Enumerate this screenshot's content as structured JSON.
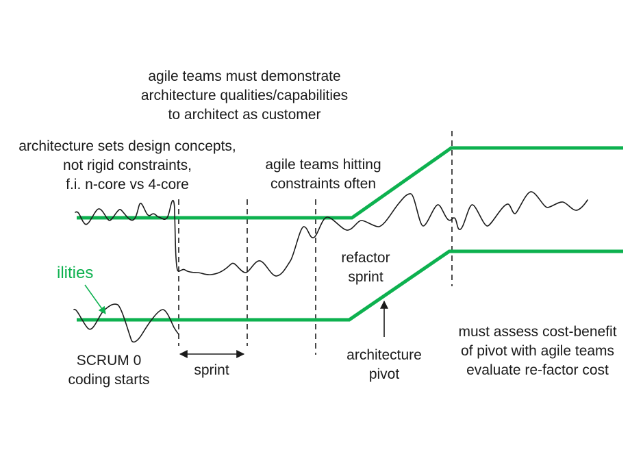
{
  "colors": {
    "accent_green": "#0db14f",
    "ink": "#1a1a1a",
    "background": "#ffffff"
  },
  "notes": {
    "top": [
      "agile teams must demonstrate",
      "architecture qualities/capabilities",
      "to architect as customer"
    ],
    "left": [
      "architecture sets design concepts,",
      "not rigid constraints,",
      "f.i. n-core vs 4-core"
    ],
    "constraints": [
      "agile teams hitting",
      "constraints often"
    ],
    "ilities": "ilities",
    "scrum": [
      "SCRUM 0",
      "coding starts"
    ],
    "sprint": "sprint",
    "refactor": [
      "refactor",
      "sprint"
    ],
    "pivot": [
      "architecture",
      "pivot"
    ],
    "cost": [
      "must assess cost-benefit",
      "of pivot with agile teams",
      "evaluate re-factor cost"
    ]
  }
}
